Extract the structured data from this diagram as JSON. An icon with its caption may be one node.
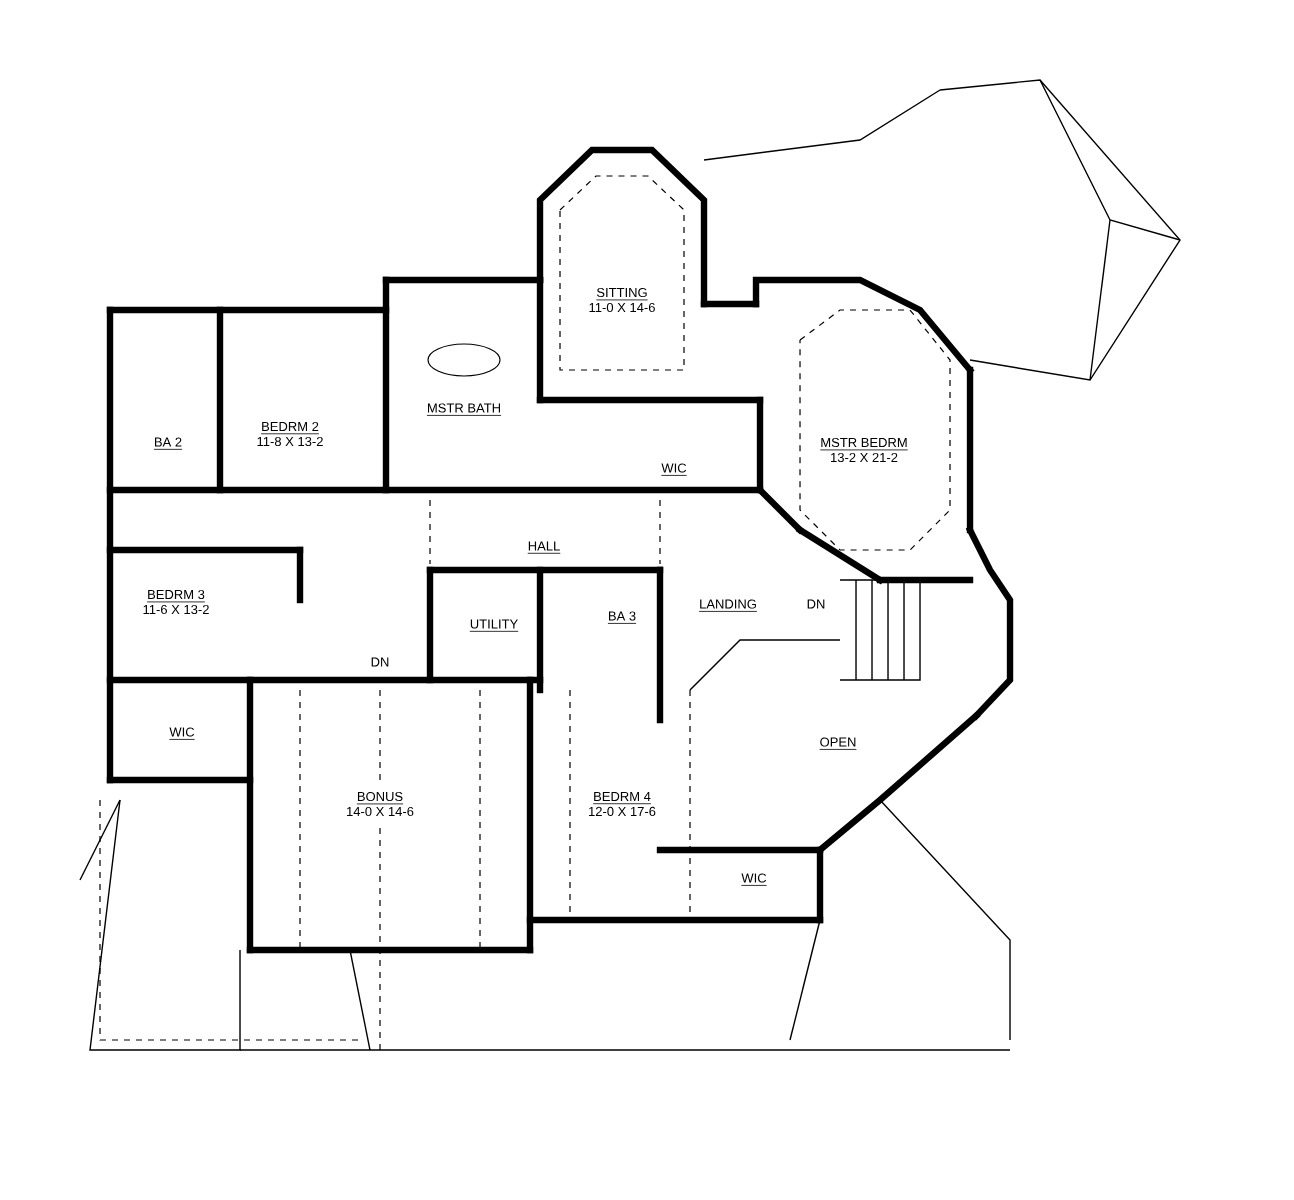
{
  "diagram": {
    "nodes": [
      {
        "text": [
          "SITTING",
          "11-0 X 14-6"
        ]
      },
      {
        "text": [
          "BEDRM 2",
          "11-8 X 13-2"
        ]
      },
      {
        "text": [
          "MSTR BATH"
        ]
      },
      {
        "text": [
          "BA 2"
        ]
      },
      {
        "text": [
          "MSTR BEDRM",
          "13-2 X 21-2"
        ]
      },
      {
        "text": [
          "WIC"
        ]
      },
      {
        "text": [
          "HALL"
        ]
      },
      {
        "text": [
          "BEDRM 3",
          "11-6 X 13-2"
        ]
      },
      {
        "text": [
          "UTILITY"
        ]
      },
      {
        "text": [
          "BA 3"
        ]
      },
      {
        "text": [
          "LANDING"
        ]
      },
      {
        "text": [
          "WIC"
        ]
      },
      {
        "text": [
          "OPEN"
        ]
      },
      {
        "text": [
          "BONUS",
          "14-0 X 14-6"
        ]
      },
      {
        "text": [
          "BEDRM 4",
          "12-0 X 17-6"
        ]
      },
      {
        "text": [
          "WIC"
        ]
      }
    ],
    "labels": [
      "DN",
      "DN"
    ]
  }
}
